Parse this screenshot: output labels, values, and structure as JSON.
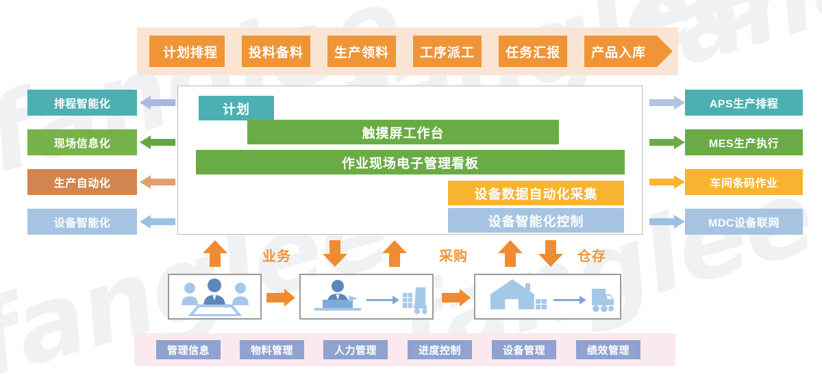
{
  "banner": {
    "steps": [
      {
        "label": "计划排程"
      },
      {
        "label": "投料备料"
      },
      {
        "label": "生产领料"
      },
      {
        "label": "工序派工"
      },
      {
        "label": "任务汇报"
      },
      {
        "label": "产品入库"
      }
    ],
    "band_color": "#fae5d5",
    "chevron_color": "#ef9538"
  },
  "left_labels": [
    {
      "label": "排程智能化",
      "color": "#4cb0b2",
      "arrow_color": "#a8b8df"
    },
    {
      "label": "现场信息化",
      "color": "#76b24a",
      "arrow_color": "#64a83e"
    },
    {
      "label": "生产自动化",
      "color": "#d2854f",
      "arrow_color": "#e0a070"
    },
    {
      "label": "设备智能化",
      "color": "#a6c4e2",
      "arrow_color": "#9cc0e6"
    }
  ],
  "right_labels": [
    {
      "label": "APS生产排程",
      "color": "#4cb0b2",
      "arrow_color": "#b5c2e3"
    },
    {
      "label": "MES生产执行",
      "color": "#6aab46",
      "arrow_color": "#6aab46"
    },
    {
      "label": "车间条码作业",
      "color": "#f6b431",
      "arrow_color": "#f6b431"
    },
    {
      "label": "MDC设备联网",
      "color": "#a6c4e2",
      "arrow_color": "#9cc0e6"
    }
  ],
  "center_bars": [
    {
      "label": "计划",
      "color": "#4cb0b2"
    },
    {
      "label": "触摸屏工作台",
      "color": "#6aab46"
    },
    {
      "label": "作业现场电子管理看板",
      "color": "#6aab46"
    },
    {
      "label": "设备数据自动化采集",
      "color": "#f6b431"
    },
    {
      "label": "设备智能化控制",
      "color": "#a6c4e2"
    }
  ],
  "flow": {
    "arrow_color": "#ef8c32",
    "labels": [
      {
        "text": "业务"
      },
      {
        "text": "采购"
      },
      {
        "text": "仓存"
      }
    ],
    "arrows": [
      {
        "dir": "up"
      },
      {
        "dir": "down"
      },
      {
        "dir": "up"
      },
      {
        "dir": "up"
      },
      {
        "dir": "down"
      }
    ]
  },
  "icon_boxes": [
    {
      "name": "meeting-box",
      "icons": [
        "people-meeting-icon"
      ]
    },
    {
      "name": "order-box",
      "icons": [
        "person-desk-icon",
        "arrow-right-icon",
        "forklift-pallet-icon"
      ]
    },
    {
      "name": "warehouse-box",
      "icons": [
        "warehouse-icon",
        "arrow-right-icon",
        "truck-icon"
      ]
    }
  ],
  "bottom_tags": {
    "band_color": "#fae9ef",
    "tag_color": "#8fa2d0",
    "items": [
      {
        "label": "管理信息"
      },
      {
        "label": "物料管理"
      },
      {
        "label": "人力管理"
      },
      {
        "label": "进度控制"
      },
      {
        "label": "设备管理"
      },
      {
        "label": "绩效管理"
      }
    ]
  },
  "watermark": {
    "text": "fanglee",
    "color": "#f0f1f3"
  }
}
